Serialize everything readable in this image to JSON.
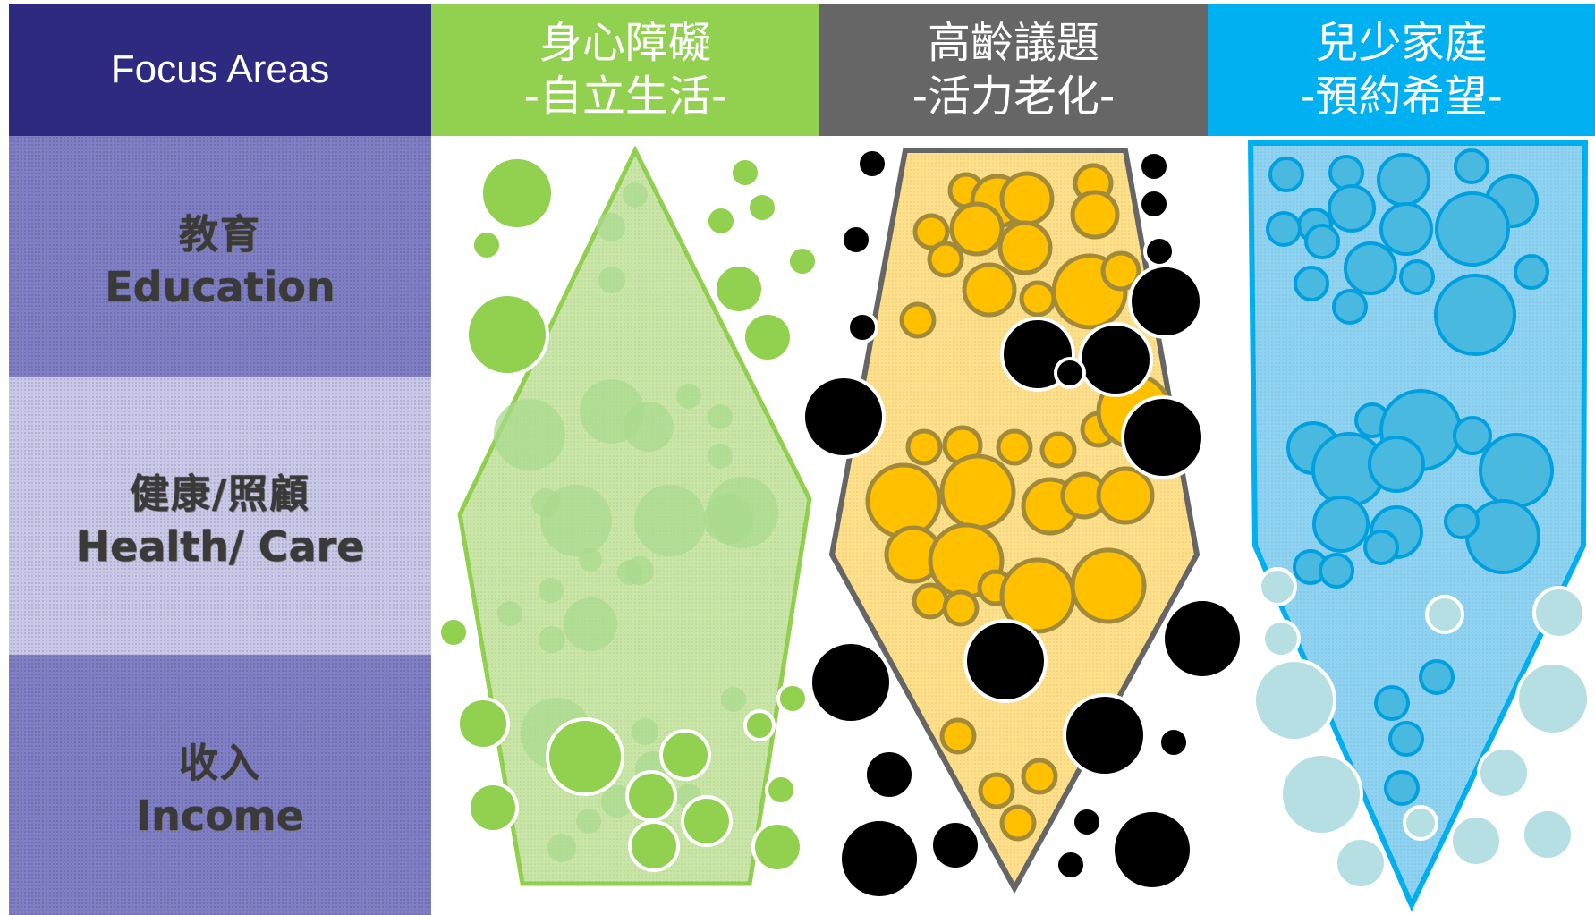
{
  "focus_header": {
    "title": "Focus Areas",
    "color": "#2e2a80"
  },
  "rows": [
    {
      "zh": "教育",
      "en": "Education",
      "color": "#807ec5"
    },
    {
      "zh": "健康/照顧",
      "en": "Health/ Care",
      "color": "#c9c8e8"
    },
    {
      "zh": "收入",
      "en": "Income",
      "color": "#807ec5"
    }
  ],
  "columns": [
    {
      "zh": "身心障礙",
      "sub": "-自立生活-",
      "color": "#92d050",
      "shape_fill": "#c9e6a7",
      "bubble": "#92d050"
    },
    {
      "zh": "高齡議題",
      "sub": "-活力老化-",
      "color": "#666666",
      "shape_fill": "#ffe08a",
      "bubble": "#ffc000"
    },
    {
      "zh": "兒少家庭",
      "sub": "-預約希望-",
      "color": "#00b0f0",
      "shape_fill": "#8fd3f2",
      "bubble": "#4ab9e0"
    }
  ]
}
